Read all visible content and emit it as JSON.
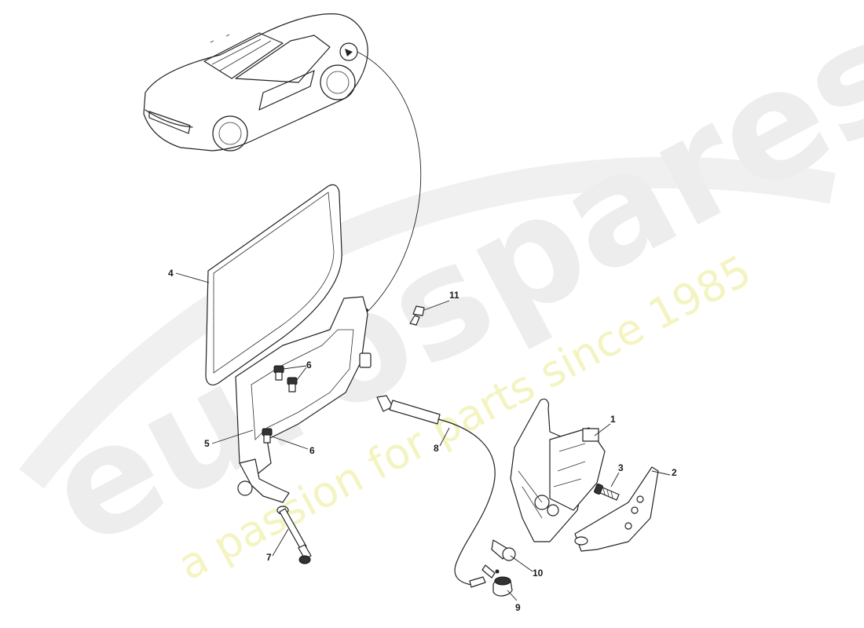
{
  "watermark": {
    "brand": "eurospares",
    "tagline": "a passion for parts since 1985"
  },
  "callouts": [
    {
      "id": "1",
      "label": "1"
    },
    {
      "id": "2",
      "label": "2"
    },
    {
      "id": "3",
      "label": "3"
    },
    {
      "id": "4",
      "label": "4"
    },
    {
      "id": "5",
      "label": "5"
    },
    {
      "id": "6a",
      "label": "6"
    },
    {
      "id": "6b",
      "label": "6"
    },
    {
      "id": "7",
      "label": "7"
    },
    {
      "id": "8",
      "label": "8"
    },
    {
      "id": "9",
      "label": "9"
    },
    {
      "id": "10",
      "label": "10"
    },
    {
      "id": "11",
      "label": "11"
    }
  ]
}
